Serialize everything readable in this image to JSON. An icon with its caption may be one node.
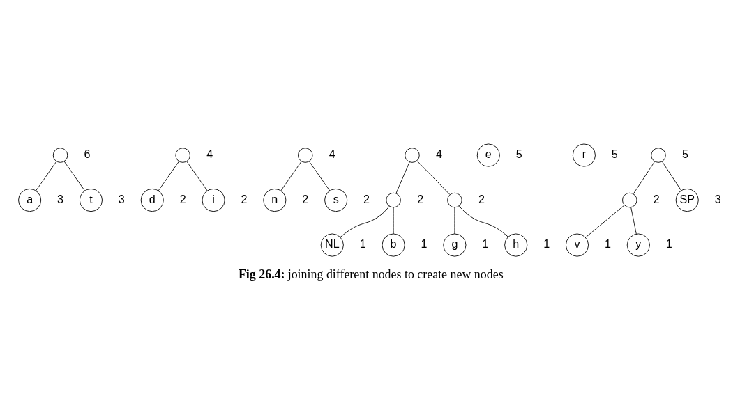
{
  "diagram": {
    "caption": "**Fig 26.4:** joining different nodes to create new nodes",
    "nodes": [
      {
        "text": [],
        "shape": "circle",
        "beside": [
          "6"
        ]
      },
      {
        "text": [
          "a"
        ],
        "beside": [
          "3"
        ]
      },
      {
        "text": [
          "t"
        ],
        "beside": [
          "3"
        ]
      },
      {
        "text": [],
        "shape": "circle",
        "beside": [
          "4"
        ]
      },
      {
        "text": [
          "d"
        ],
        "beside": [
          "2"
        ]
      },
      {
        "text": [
          "i"
        ],
        "beside": [
          "2"
        ]
      },
      {
        "text": [],
        "shape": "circle",
        "beside": [
          "4"
        ]
      },
      {
        "text": [
          "n"
        ],
        "beside": [
          "2"
        ]
      },
      {
        "text": [
          "s"
        ],
        "beside": [
          "2"
        ]
      },
      {
        "text": [],
        "shape": "circle",
        "beside": [
          "4"
        ]
      },
      {
        "text": [],
        "shape": "circle",
        "beside": [
          "2"
        ]
      },
      {
        "text": [],
        "shape": "circle",
        "beside": [
          "2"
        ]
      },
      {
        "text": [
          "NL"
        ],
        "beside": [
          "1"
        ]
      },
      {
        "text": [
          "b"
        ],
        "beside": [
          "1"
        ]
      },
      {
        "text": [
          "g"
        ],
        "beside": [
          "1"
        ]
      },
      {
        "text": [
          "h"
        ],
        "beside": [
          "1"
        ]
      },
      {
        "text": [
          "e"
        ],
        "beside": [
          "5"
        ]
      },
      {
        "text": [
          "r"
        ],
        "beside": [
          "5"
        ]
      },
      {
        "text": [],
        "shape": "circle",
        "beside": [
          "5"
        ]
      },
      {
        "text": [],
        "shape": "circle",
        "beside": [
          "2"
        ]
      },
      {
        "text": [
          "SP"
        ],
        "beside": [
          "3"
        ]
      },
      {
        "text": [
          "v"
        ],
        "beside": [
          "1"
        ]
      },
      {
        "text": [
          "y"
        ],
        "beside": [
          "1"
        ]
      }
    ],
    "edges": [
      {
        "from": 0,
        "to": 1,
        "arrow": "none"
      },
      {
        "from": 0,
        "to": 2,
        "arrow": "none"
      },
      {
        "from": 3,
        "to": 4,
        "arrow": "none"
      },
      {
        "from": 3,
        "to": 5,
        "arrow": "none"
      },
      {
        "from": 6,
        "to": 7,
        "arrow": "none"
      },
      {
        "from": 6,
        "to": 8,
        "arrow": "none"
      },
      {
        "from": 9,
        "to": 10,
        "arrow": "none"
      },
      {
        "from": 9,
        "to": 11,
        "arrow": "none"
      },
      {
        "from": 10,
        "to": 12,
        "arrow": "none"
      },
      {
        "from": 10,
        "to": 13,
        "arrow": "none"
      },
      {
        "from": 11,
        "to": 14,
        "arrow": "none"
      },
      {
        "from": 11,
        "to": 15,
        "arrow": "none"
      },
      {
        "from": 18,
        "to": 19,
        "arrow": "none"
      },
      {
        "from": 18,
        "to": 20,
        "arrow": "none"
      },
      {
        "from": 19,
        "to": 21,
        "arrow": "none"
      },
      {
        "from": 19,
        "to": 22,
        "arrow": "none"
      }
    ]
  }
}
